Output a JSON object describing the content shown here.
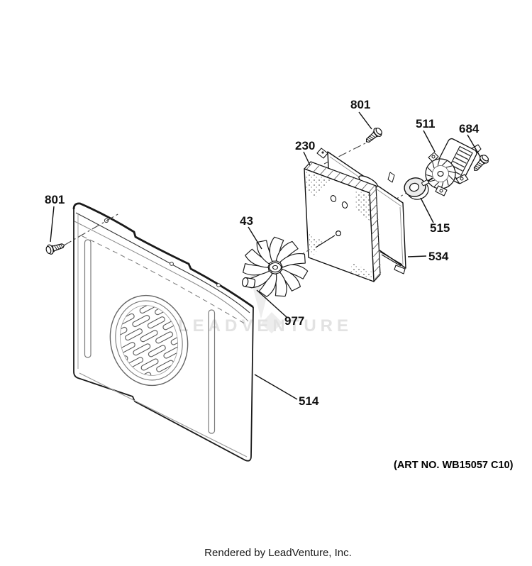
{
  "diagram": {
    "watermark_text": "LEADVENTURE",
    "art_no": "(ART NO. WB15057 C10)",
    "footer": "Rendered by LeadVenture, Inc.",
    "colors": {
      "ink": "#1a1a1a",
      "watermark": "#e2e2e2"
    },
    "parts": [
      {
        "id": "801-top",
        "ref": "801"
      },
      {
        "id": "230",
        "ref": "230"
      },
      {
        "id": "511",
        "ref": "511"
      },
      {
        "id": "684",
        "ref": "684"
      },
      {
        "id": "801-left",
        "ref": "801"
      },
      {
        "id": "43",
        "ref": "43"
      },
      {
        "id": "515",
        "ref": "515"
      },
      {
        "id": "534",
        "ref": "534"
      },
      {
        "id": "977",
        "ref": "977"
      },
      {
        "id": "514",
        "ref": "514"
      }
    ]
  }
}
